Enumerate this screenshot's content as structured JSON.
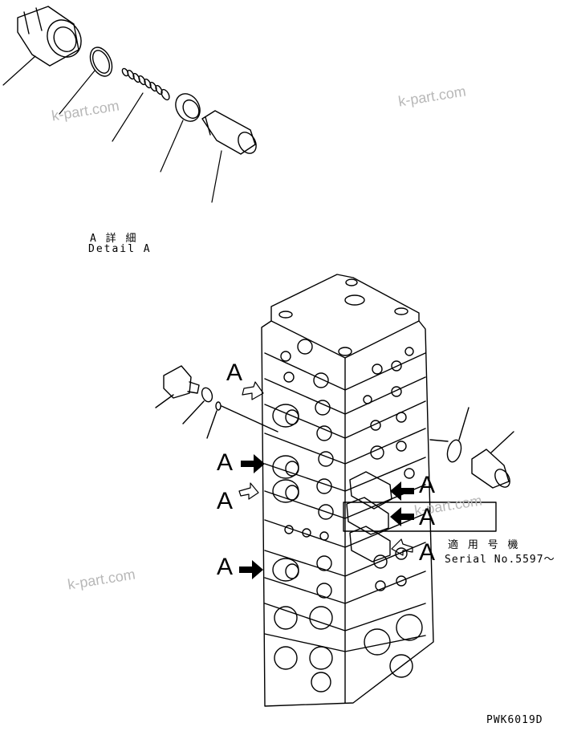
{
  "watermark": "k-part.com",
  "detail": {
    "jp": "A 詳 細",
    "en": "Detail A"
  },
  "callout": "A",
  "serial": {
    "jp": "適 用 号 機",
    "en": "Serial No.5597～"
  },
  "figure_code": "PWK6019D",
  "colors": {
    "line": "#000000",
    "watermark": "#b8b8b8",
    "paper": "#ffffff"
  }
}
